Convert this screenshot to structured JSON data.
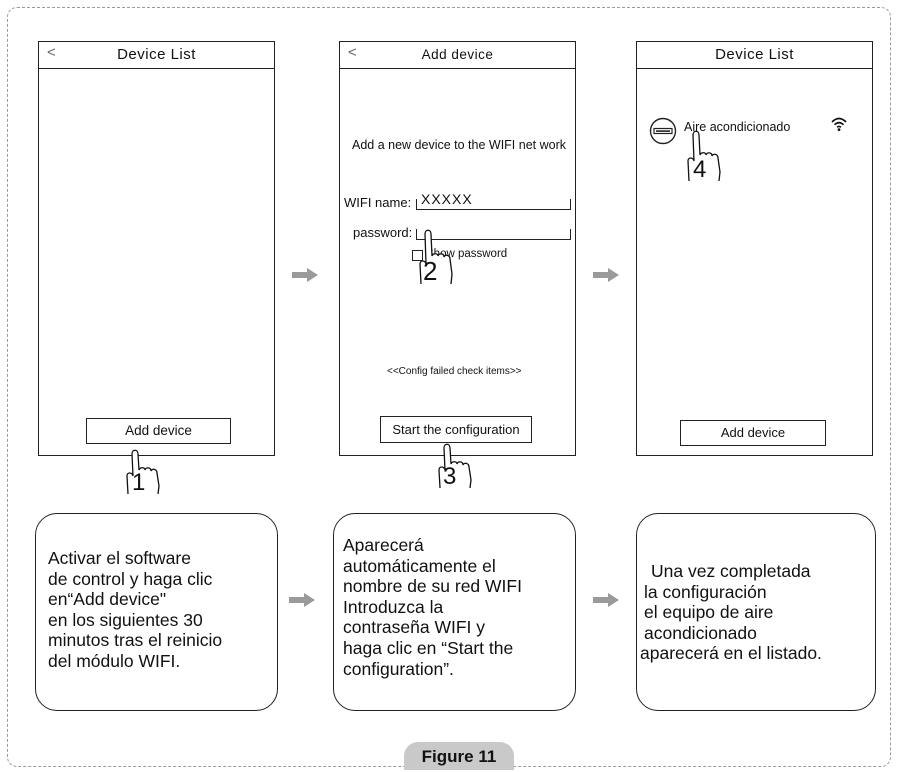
{
  "screen1": {
    "title": "Device List",
    "back_glyph": "<",
    "add_button": "Add device",
    "step": "1"
  },
  "screen2": {
    "title": "Add device",
    "back_glyph": "<",
    "instruction": "Add a new device to the WIFI net work",
    "wifi_label": "WIFI name:",
    "wifi_value": "XXXXX",
    "password_label": "password:",
    "password_value": "",
    "show_password": "Show password",
    "config_failed": "<<Config failed check items>>",
    "start_button": "Start the configuration",
    "step": "2",
    "step2": "3"
  },
  "screen3": {
    "title": "Device List",
    "device_name": "Aire acondicionado",
    "add_button": "Add device",
    "step": "4"
  },
  "box1": [
    "Activar el software",
    "de control y haga clic",
    "en“Add device\"",
    "en los siguientes 30",
    "minutos tras el reinicio",
    "del módulo WIFI."
  ],
  "box2": [
    " Aparecerá",
    "automáticamente el",
    "nombre de su red WIFI",
    "Introduzca la",
    "contraseña WIFI  y",
    "haga clic en “Start the",
    "configuration”."
  ],
  "box3": [
    "Una vez completada",
    "la configuración",
    "el equipo de aire",
    "acondicionado",
    "aparecerá en el listado."
  ],
  "figure_label": "Figure 11",
  "colors": {
    "arrow": "#9a9a9a",
    "line": "#222222",
    "tab": "#c9c9c9"
  }
}
